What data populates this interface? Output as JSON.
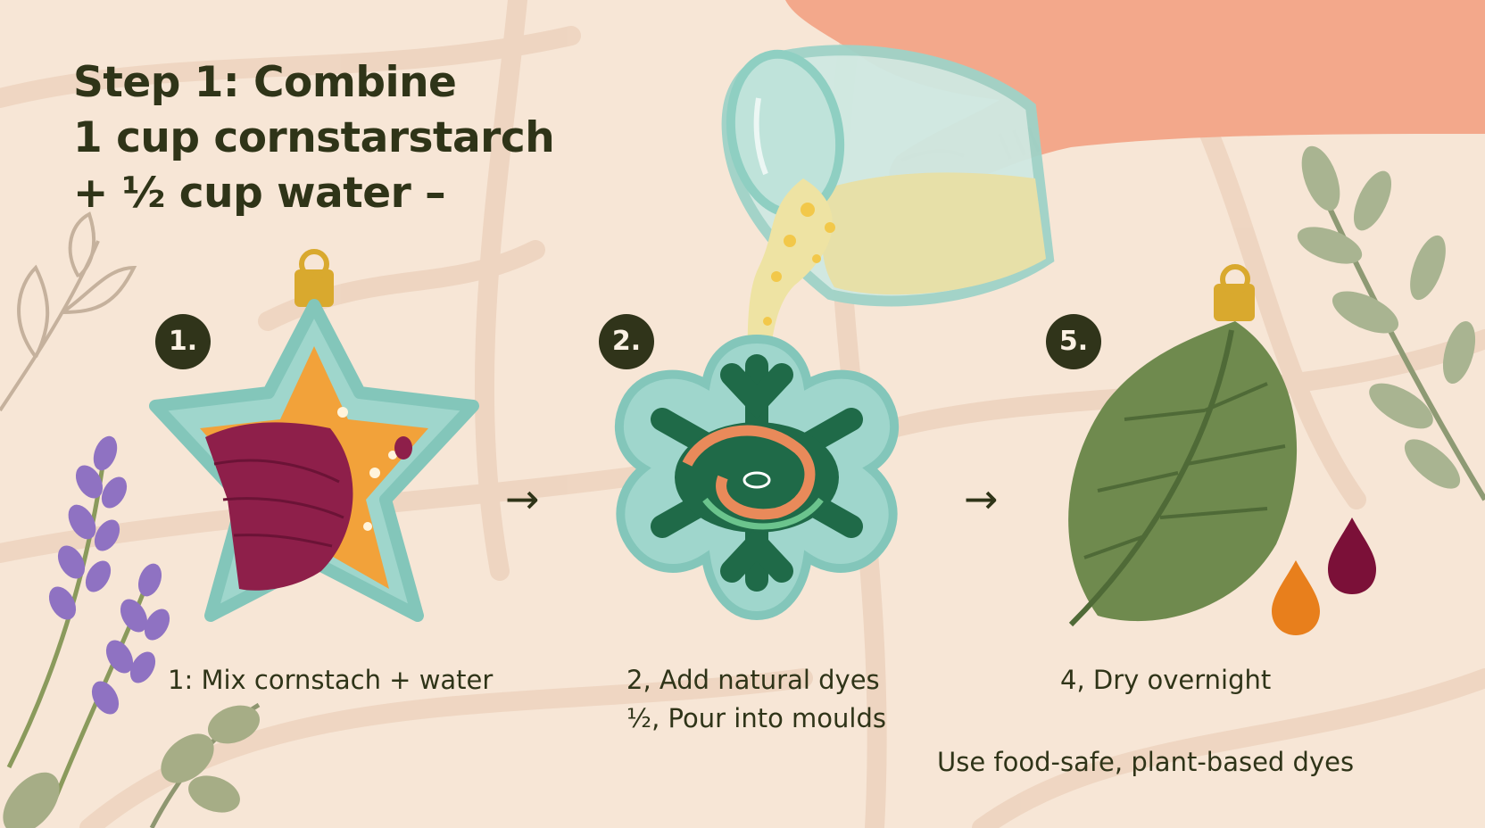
{
  "heading": {
    "line1": "Step 1: Combine",
    "line2": "1 cup cornstarstarch",
    "line3": "+ ½ cup water  –"
  },
  "steps": [
    {
      "badge": "1.",
      "caption": "1: Mix cornstach + water"
    },
    {
      "badge": "2.",
      "caption": "2, Add natural dyes",
      "caption2": "½, Pour into moulds"
    },
    {
      "badge": "5.",
      "caption": "4, Dry overnight"
    }
  ],
  "arrows": [
    "→",
    "→"
  ],
  "tip": "Use food-safe, plant-based dyes",
  "colors": {
    "background": "#f7e6d6",
    "mould": "#9fd6cc",
    "beet": "#8e1f4a",
    "turmeric": "#f2a23a",
    "spinach": "#1f6a48",
    "leaf": "#6f8a4e",
    "text": "#2f3418"
  }
}
